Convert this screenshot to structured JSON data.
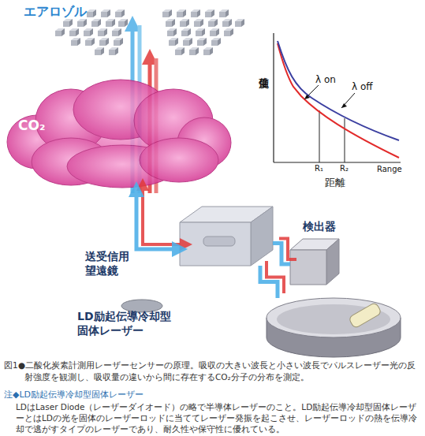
{
  "diagram": {
    "caption": "図1●二酸化炭素計測用レーザーセンサーの原理。吸収の大きい波長と小さい波長でパルスレーザー光の反射強度を観測し、吸収量の違いから間に存在するCO₂分子の分布を測定。",
    "nodes": [
      {
        "text": [
          "CO₂"
        ]
      },
      {
        "text": [
          "検出器"
        ]
      },
      {
        "text": [
          "送受信用 望遠鏡"
        ]
      },
      {
        "text": [
          "LD励起伝導冷却型 固体レーザー"
        ]
      }
    ],
    "edges": [
      {
        "from": 3,
        "to": 2,
        "arrow": "none"
      },
      {
        "from": 2,
        "to": 1,
        "arrow": "none"
      },
      {
        "from": 2,
        "to": 0,
        "arrow": "both"
      }
    ],
    "labels": [
      "エアロゾル",
      "λ on",
      "λ off",
      "受信強度",
      "R₁",
      "R₂",
      "Range",
      "距離",
      "注◆LD励起伝導冷却型固体レーザー",
      "LDはLaser Diode（レーザーダイオード）の略で半導体レーザーのこと。LD励起伝導冷却型固体レーザーとはLDの光を固体のレーザーロッドに当ててレーザー発振を起こさせ、レーザーロッドの熱を伝導冷却で逃がすタイプのレーザーであり、耐久性や保守性に優れている。"
    ]
  }
}
